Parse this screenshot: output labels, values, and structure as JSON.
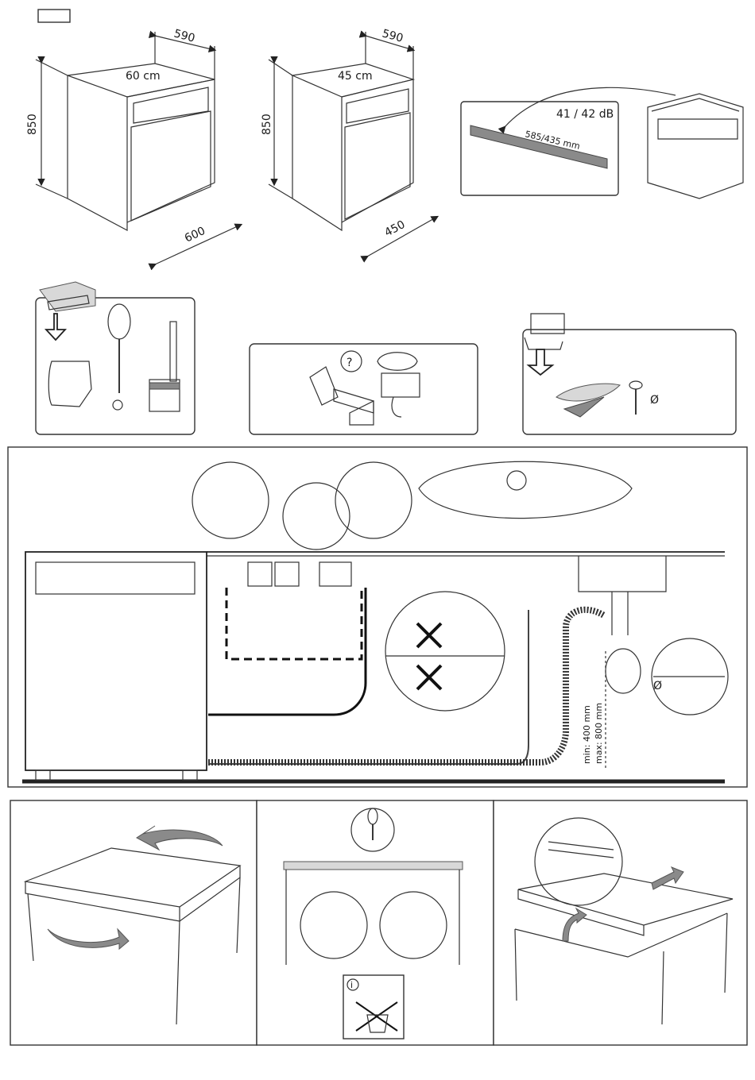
{
  "dimensions": {
    "wide_depth": "590",
    "wide_height": "850",
    "wide_width": "600",
    "wide_label": "60 cm",
    "slim_depth": "590",
    "slim_height": "850",
    "slim_width": "450",
    "slim_label": "45 cm"
  },
  "noise": {
    "level": "41 / 42 dB",
    "strip_length": "585/435 mm"
  },
  "info_symbol": "?",
  "screw_symbol": "Ø",
  "drain": {
    "min": "min: 400 mm",
    "max": "max: 800 mm",
    "diameter_symbol": "Ø"
  },
  "notice_symbol": "i",
  "colors": {
    "line": "#1a1a1a",
    "arrow_fill": "#8a8a8a",
    "panel_border": "#333333"
  }
}
